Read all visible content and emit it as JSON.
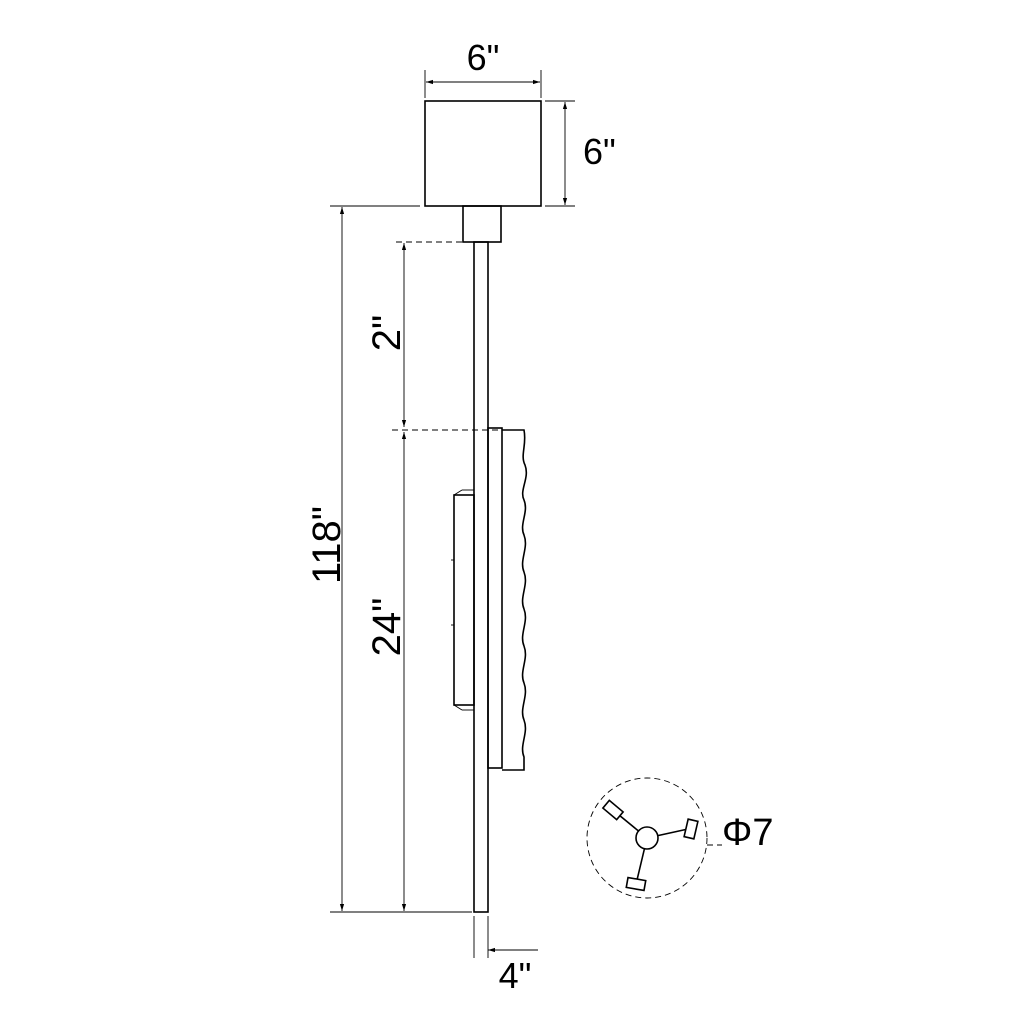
{
  "dimensions": {
    "canopy_width": "6\"",
    "canopy_height": "6\"",
    "top_gap": "2\"",
    "overall_height": "118\"",
    "shade_length": "24\"",
    "rod_depth": "4\"",
    "top_view_diameter": "Φ7"
  }
}
